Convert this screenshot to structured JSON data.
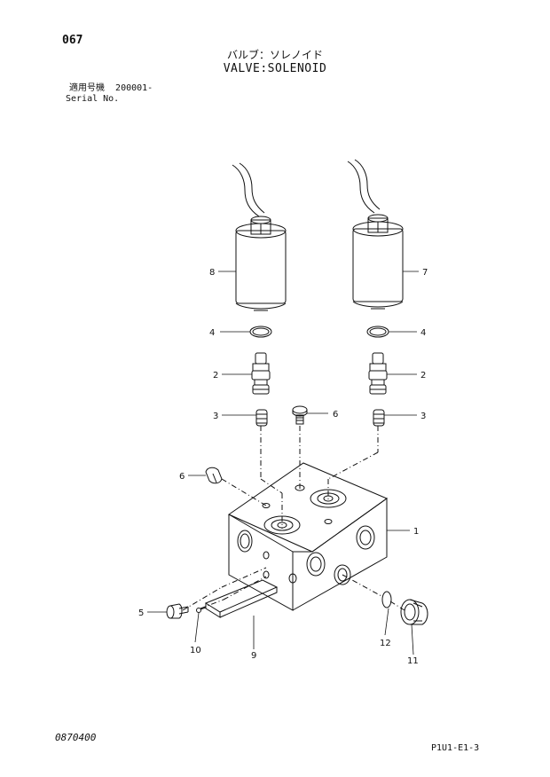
{
  "header": {
    "page_number": "067",
    "title_jp": "バルブ：ソレノイド",
    "title_en": "VALVE:SOLENOID",
    "serial_label_jp": "適用号機",
    "serial_value": "200001-",
    "serial_label_en": "Serial No."
  },
  "footer": {
    "doc_number": "0870400",
    "page_code": "P1U1-E1-3"
  },
  "callouts": {
    "c1": "1",
    "c2a": "2",
    "c2b": "2",
    "c3a": "3",
    "c3b": "3",
    "c4a": "4",
    "c4b": "4",
    "c5": "5",
    "c6a": "6",
    "c6b": "6",
    "c7": "7",
    "c8": "8",
    "c9": "9",
    "c10": "10",
    "c11": "11",
    "c12": "12"
  }
}
